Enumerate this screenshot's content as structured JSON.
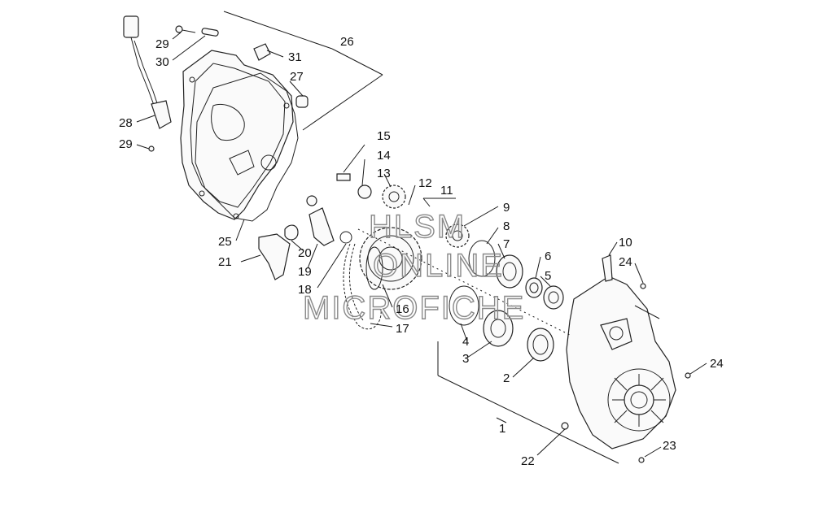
{
  "watermark": {
    "line1": "HLSM",
    "line2": "ONLINE",
    "line3": "MICROFICHE"
  },
  "callouts": [
    {
      "id": "26",
      "text": "26"
    },
    {
      "id": "29a",
      "text": "29"
    },
    {
      "id": "30",
      "text": "30"
    },
    {
      "id": "31",
      "text": "31"
    },
    {
      "id": "27",
      "text": "27"
    },
    {
      "id": "28",
      "text": "28"
    },
    {
      "id": "29b",
      "text": "29"
    },
    {
      "id": "15",
      "text": "15"
    },
    {
      "id": "14",
      "text": "14"
    },
    {
      "id": "13",
      "text": "13"
    },
    {
      "id": "12",
      "text": "12"
    },
    {
      "id": "11",
      "text": "11"
    },
    {
      "id": "9",
      "text": "9"
    },
    {
      "id": "8",
      "text": "8"
    },
    {
      "id": "7",
      "text": "7"
    },
    {
      "id": "6",
      "text": "6"
    },
    {
      "id": "5",
      "text": "5"
    },
    {
      "id": "10",
      "text": "10"
    },
    {
      "id": "24a",
      "text": "24"
    },
    {
      "id": "24b",
      "text": "24"
    },
    {
      "id": "25",
      "text": "25"
    },
    {
      "id": "21",
      "text": "21"
    },
    {
      "id": "20",
      "text": "20"
    },
    {
      "id": "19",
      "text": "19"
    },
    {
      "id": "18",
      "text": "18"
    },
    {
      "id": "16",
      "text": "16"
    },
    {
      "id": "17",
      "text": "17"
    },
    {
      "id": "4",
      "text": "4"
    },
    {
      "id": "3",
      "text": "3"
    },
    {
      "id": "2",
      "text": "2"
    },
    {
      "id": "1",
      "text": "1"
    },
    {
      "id": "22",
      "text": "22"
    },
    {
      "id": "23",
      "text": "23"
    }
  ]
}
